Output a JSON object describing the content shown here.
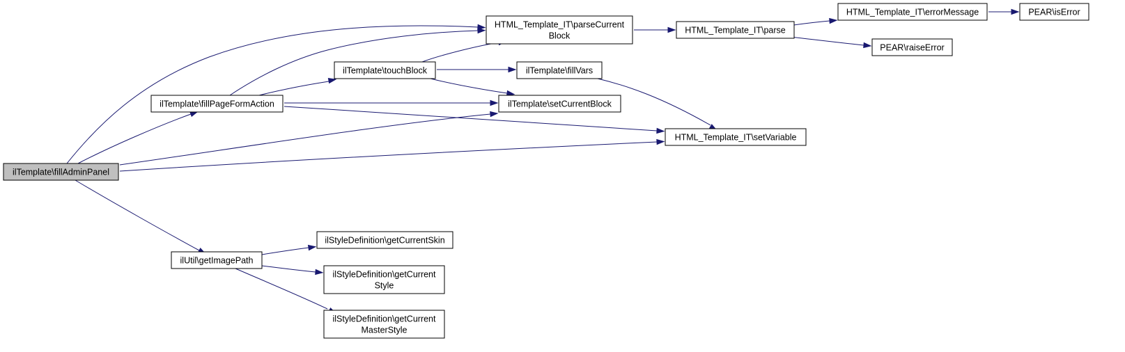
{
  "graph": {
    "colors": {
      "edge": "#191970",
      "root_fill": "#bfbfbf",
      "node_fill": "#ffffff",
      "node_stroke": "#000000"
    },
    "nodes": [
      {
        "id": "fillAdminPanel",
        "lines": [
          "ilTemplate\\fillAdminPanel"
        ],
        "root": true
      },
      {
        "id": "fillPageFormAction",
        "lines": [
          "ilTemplate\\fillPageFormAction"
        ]
      },
      {
        "id": "parseCurrentBlock",
        "lines": [
          "HTML_Template_IT\\parseCurrent",
          "Block"
        ]
      },
      {
        "id": "touchBlock",
        "lines": [
          "ilTemplate\\touchBlock"
        ]
      },
      {
        "id": "fillVars",
        "lines": [
          "ilTemplate\\fillVars"
        ]
      },
      {
        "id": "setCurrentBlock",
        "lines": [
          "ilTemplate\\setCurrentBlock"
        ]
      },
      {
        "id": "parse",
        "lines": [
          "HTML_Template_IT\\parse"
        ]
      },
      {
        "id": "errorMessage",
        "lines": [
          "HTML_Template_IT\\errorMessage"
        ]
      },
      {
        "id": "isError",
        "lines": [
          "PEAR\\isError"
        ]
      },
      {
        "id": "raiseError",
        "lines": [
          "PEAR\\raiseError"
        ]
      },
      {
        "id": "setVariable",
        "lines": [
          "HTML_Template_IT\\setVariable"
        ]
      },
      {
        "id": "getImagePath",
        "lines": [
          "ilUtil\\getImagePath"
        ]
      },
      {
        "id": "getCurrentSkin",
        "lines": [
          "ilStyleDefinition\\getCurrentSkin"
        ]
      },
      {
        "id": "getCurrentStyle",
        "lines": [
          "ilStyleDefinition\\getCurrent",
          "Style"
        ]
      },
      {
        "id": "getCurrentMasterStyle",
        "lines": [
          "ilStyleDefinition\\getCurrent",
          "MasterStyle"
        ]
      }
    ],
    "edges": [
      [
        "fillAdminPanel",
        "parseCurrentBlock"
      ],
      [
        "fillAdminPanel",
        "fillPageFormAction"
      ],
      [
        "fillAdminPanel",
        "setCurrentBlock"
      ],
      [
        "fillAdminPanel",
        "setVariable"
      ],
      [
        "fillAdminPanel",
        "getImagePath"
      ],
      [
        "fillPageFormAction",
        "parseCurrentBlock"
      ],
      [
        "fillPageFormAction",
        "touchBlock"
      ],
      [
        "fillPageFormAction",
        "setCurrentBlock"
      ],
      [
        "fillPageFormAction",
        "setVariable"
      ],
      [
        "touchBlock",
        "parseCurrentBlock"
      ],
      [
        "touchBlock",
        "fillVars"
      ],
      [
        "touchBlock",
        "setCurrentBlock"
      ],
      [
        "fillVars",
        "setVariable"
      ],
      [
        "parseCurrentBlock",
        "parse"
      ],
      [
        "parse",
        "errorMessage"
      ],
      [
        "parse",
        "raiseError"
      ],
      [
        "errorMessage",
        "isError"
      ],
      [
        "getImagePath",
        "getCurrentSkin"
      ],
      [
        "getImagePath",
        "getCurrentStyle"
      ],
      [
        "getImagePath",
        "getCurrentMasterStyle"
      ]
    ]
  }
}
